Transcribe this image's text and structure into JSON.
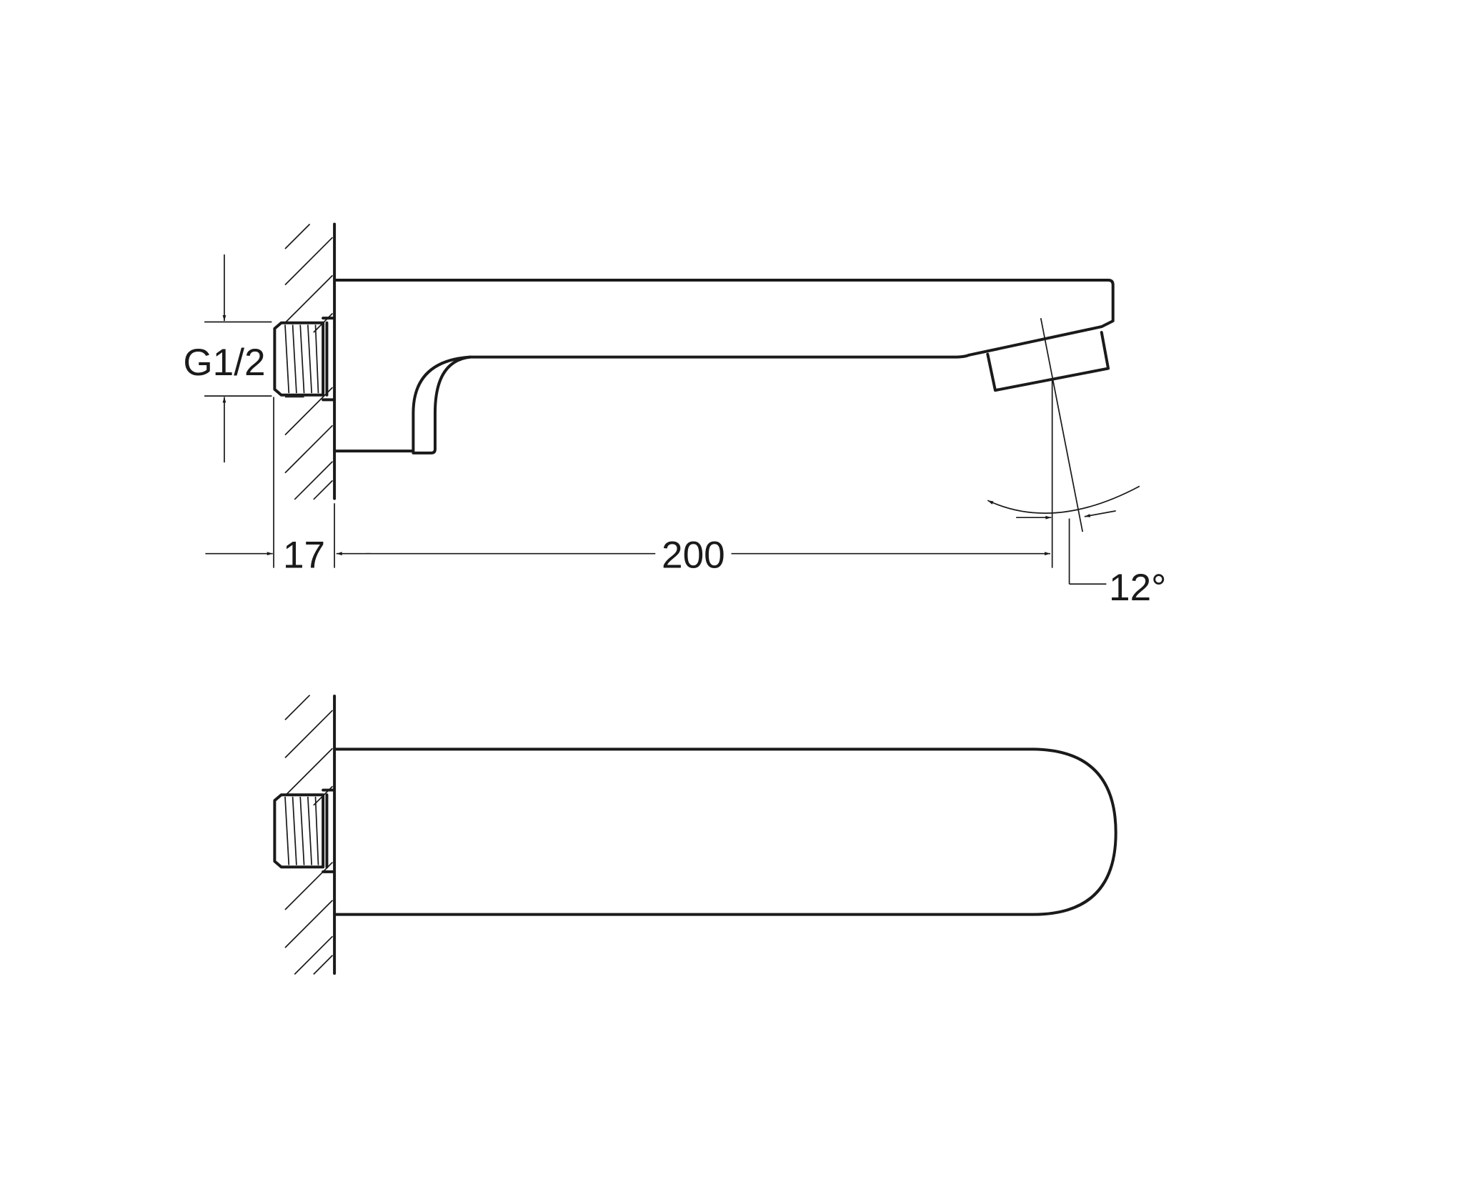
{
  "drawing": {
    "dimensions": {
      "thread": "G1/2",
      "wall_offset": "17",
      "projection": "200",
      "angle": "12°"
    },
    "colors": {
      "line": "#1a1a1a",
      "background": "#ffffff"
    }
  }
}
